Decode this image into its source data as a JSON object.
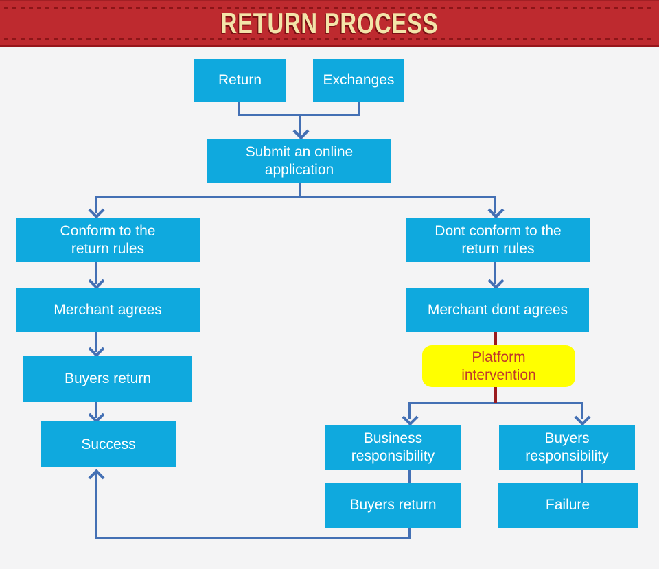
{
  "banner": {
    "title": "RETURN PROCESS",
    "bg_color": "#be2a2f",
    "dash_color": "#8c1518",
    "title_color": "#f3e4a9"
  },
  "colors": {
    "background": "#f4f4f5",
    "node_fill": "#0fa9de",
    "node_text": "#ffffff",
    "connector_blue": "#4470b4",
    "connector_red": "#9a1b1e",
    "highlight_fill": "#ffff00",
    "highlight_text": "#c0392b"
  },
  "nodes": {
    "return": {
      "label": "Return"
    },
    "exchanges": {
      "label": "Exchanges"
    },
    "submit": {
      "label": "Submit an online\napplication"
    },
    "conform": {
      "label": "Conform to the\nreturn rules"
    },
    "dont_conform": {
      "label": "Dont conform to the\nreturn rules"
    },
    "merchant_agrees": {
      "label": "Merchant agrees"
    },
    "merchant_dont_agrees": {
      "label": "Merchant dont agrees"
    },
    "buyers_return_left": {
      "label": "Buyers return"
    },
    "platform_intervention": {
      "label": "Platform\nintervention"
    },
    "success": {
      "label": "Success"
    },
    "business_responsibility": {
      "label": "Business\nresponsibility"
    },
    "buyers_responsibility": {
      "label": "Buyers\nresponsibility"
    },
    "buyers_return_bottom": {
      "label": "Buyers return"
    },
    "failure": {
      "label": "Failure"
    }
  }
}
